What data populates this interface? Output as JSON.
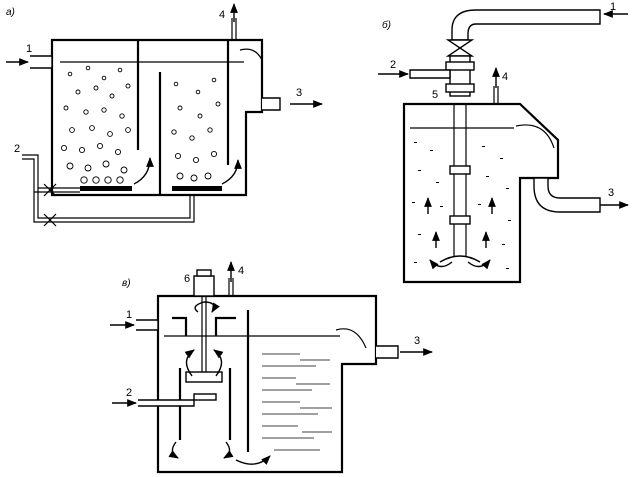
{
  "panels": {
    "a": {
      "label": "а)"
    },
    "b": {
      "label": "б)"
    },
    "c": {
      "label": "в)"
    }
  },
  "labels": {
    "a_1": "1",
    "a_2": "2",
    "a_3": "3",
    "a_4": "4",
    "b_1": "1",
    "b_2": "2",
    "b_3": "3",
    "b_4": "4",
    "b_5": "5",
    "c_1": "1",
    "c_2": "2",
    "c_3": "3",
    "c_4": "4",
    "c_6": "6"
  }
}
